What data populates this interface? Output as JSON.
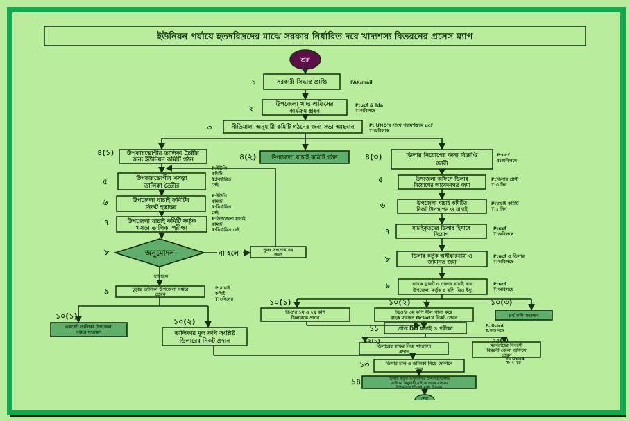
{
  "title": "ইউনিয়ন পর্যায়ে হতদরিদ্রদের মাঝে সরকার নির্ধারিত দরে খাদ্যশস্য বিতরনের প্রসেস ম্যাপ",
  "start_label": "শুরু",
  "colors": {
    "frame": "#12a84f",
    "background": "#b9ec9c",
    "start_circle": "#5e0f4a",
    "highlight_box": "#5fae6c"
  },
  "steps": {
    "s1": {
      "num": "১",
      "text": "সরকারী সিদ্ধান্ত প্রাপ্তি",
      "note": [
        "FAX/mail"
      ]
    },
    "s2": {
      "num": "২",
      "text": [
        "উপজেলা খাদ্য অফিসের",
        "কার্যক্রম গ্রহন"
      ],
      "note": [
        "P:ucf & lda",
        "T:অবিলম্বে"
      ]
    },
    "s3": {
      "num": "৩",
      "text": "নীতিমালা অনুযায়ী কমিটি গঠনের জন্য সভা আহবান",
      "note": [
        "P: UNO'র সাথে পরামর্শক্রমে ucf",
        "T:অবিলম্বে"
      ]
    },
    "s4_1": {
      "num": "৪(১)",
      "text": [
        "উপকারভোগীর তালিকা তৈরীর",
        "জন্য ইউনিয়ন কমিটি গঠন"
      ]
    },
    "s4_2": {
      "num": "৪(২)",
      "text": "উপজেলা যাচাই কমিটি গঠন"
    },
    "s4_3": {
      "num": "৪(৩)",
      "text": [
        "ডিলার নিয়োগের জন্য বিজ্ঞপ্তি",
        "জারী"
      ],
      "note": [
        "P:ucf",
        "T:অবিলম্বে"
      ]
    },
    "l5": {
      "num": "৫",
      "text": [
        "উপকারভোগীর খসড়া",
        "তালিকা তৈরীর"
      ],
      "note": [
        "P:ইউপি",
        "কমিটি",
        "T:নির্ধারিত",
        "নেই"
      ]
    },
    "l6": {
      "num": "৬",
      "text": [
        "উপজেলা যাচাই কমিটির",
        "নিকট হস্তান্তর"
      ],
      "note": [
        "P:ইউপি",
        "কমিটি",
        "T:নির্ধারিত",
        "নেই"
      ]
    },
    "l7": {
      "num": "৭",
      "text": [
        "উপজেলা যাচাই কমিটি কর্তৃক",
        "খসড়া তালিকা পরীক্ষা"
      ],
      "note": [
        "P:উপজেলা যাচাই",
        "কমিটি",
        "T:নির্ধারিত নেই"
      ]
    },
    "l8": {
      "num": "৮",
      "text": "অনুমোদন",
      "no_label": "না হলে",
      "yes_label": "হ্যা হলে",
      "rework": [
        "পুনঃ সংশোধনের",
        "জন্য"
      ]
    },
    "l9": {
      "num": "৯",
      "text": [
        "চুড়ান্ত তালিকা উপজেলা দপ্তরে",
        "প্রেরন"
      ],
      "note": [
        "P যাচাই",
        "কমিটি",
        "T:৩দিনের"
      ]
    },
    "l10_1": {
      "num": "১০(১)",
      "text": [
        "একসেট তালিকা উপজেলা",
        "দপ্তরে সংরক্ষণ"
      ]
    },
    "l10_2": {
      "num": "১০(২)",
      "text": [
        "তালিকার মূল কপি সংশ্লিষ্ট",
        "ডিলারের নিকট প্রদান"
      ]
    },
    "r5": {
      "num": "৫",
      "text": [
        "উপজেলা অফিসে ডিলার",
        "নিয়োগের আবেদনপত্র জমা"
      ],
      "note": [
        "P:ডিলার প্রার্থী",
        "T:৩ দিন"
      ]
    },
    "r6": {
      "num": "৬",
      "text": [
        "উপজেলা যাচাই কমিটির",
        "নিকট উপস্থাপন ও যাচাই"
      ],
      "note": [
        "P:যাচাই কমিটি",
        "T:১ দিন"
      ]
    },
    "r7": {
      "num": "৭",
      "text": [
        "যাচাইকৃতদের ডিলার হিসাবে",
        "নিয়োগ"
      ],
      "note": [
        "P:ucf",
        "T:অবিলম্বে"
      ]
    },
    "r8": {
      "num": "৮",
      "text": [
        "ডিলার কর্তৃক অঙ্গীকারনামা ও",
        "জামানত জমা"
      ],
      "note": [
        "P:ucf ও ডিলার",
        "T:অবিলম্বে"
      ]
    },
    "r9": {
      "num": "৯",
      "text": [
        "ব্যাংক ড্রাফট ও চালান যাচাই করে",
        "উপজেলা কর্তৃক ৪ কপি ডিও ইস্যু"
      ],
      "note": [
        "P:ucf",
        "T:অবিলম্বে"
      ]
    },
    "r10_1": {
      "num": "১০(১)",
      "text": [
        "ডিও'র ১ম ও ২য় কপি",
        "ডিলারকে প্রদান"
      ]
    },
    "r10_2": {
      "num": "১০(২)",
      "text": [
        "ডিও'র ৩য় কপি সীল গালা করে",
        "বাহক মারফত Ocled'র নিকট প্রেরন"
      ]
    },
    "r10_3": {
      "num": "১০(৩)",
      "text": "৪র্থ কপি সংরক্ষন"
    },
    "r11": {
      "num": "১১",
      "text": "প্রাপ্ত DO যাচাই ও পরীক্ষা",
      "note": [
        "P: Ocled",
        "T:সঙ্গে সঙ্গে"
      ]
    },
    "r12_1": {
      "num": "১২(১)",
      "text": [
        "ডিলারের স্বাক্ষর নিয়ে খাদ্যশস্য",
        "প্রদান"
      ]
    },
    "r12_2": {
      "num": "১২(২)",
      "text": [
        "সরবরাহের বিবরণী",
        "বিবরনী জেলা অফিসে",
        "প্রেরন"
      ],
      "note": [
        "P: Ocled",
        "T: ৭ দিন"
      ]
    },
    "r13": {
      "num": "১৩",
      "text": [
        "ডিলার চাল ও তালিকা নিয়ে দোকানে",
        "গমন"
      ]
    },
    "r14": {
      "num": "১৪",
      "text": [
        "ডিলার কর্তৃক অনুমোদিত উপকারভোগীর",
        "তালিকা অনুযায়ী মাইকে প্রচার মাধ্যমে",
        "উপকারভোগীদের মধ্যে বিতরন"
      ]
    },
    "end_label": "শেষ"
  }
}
